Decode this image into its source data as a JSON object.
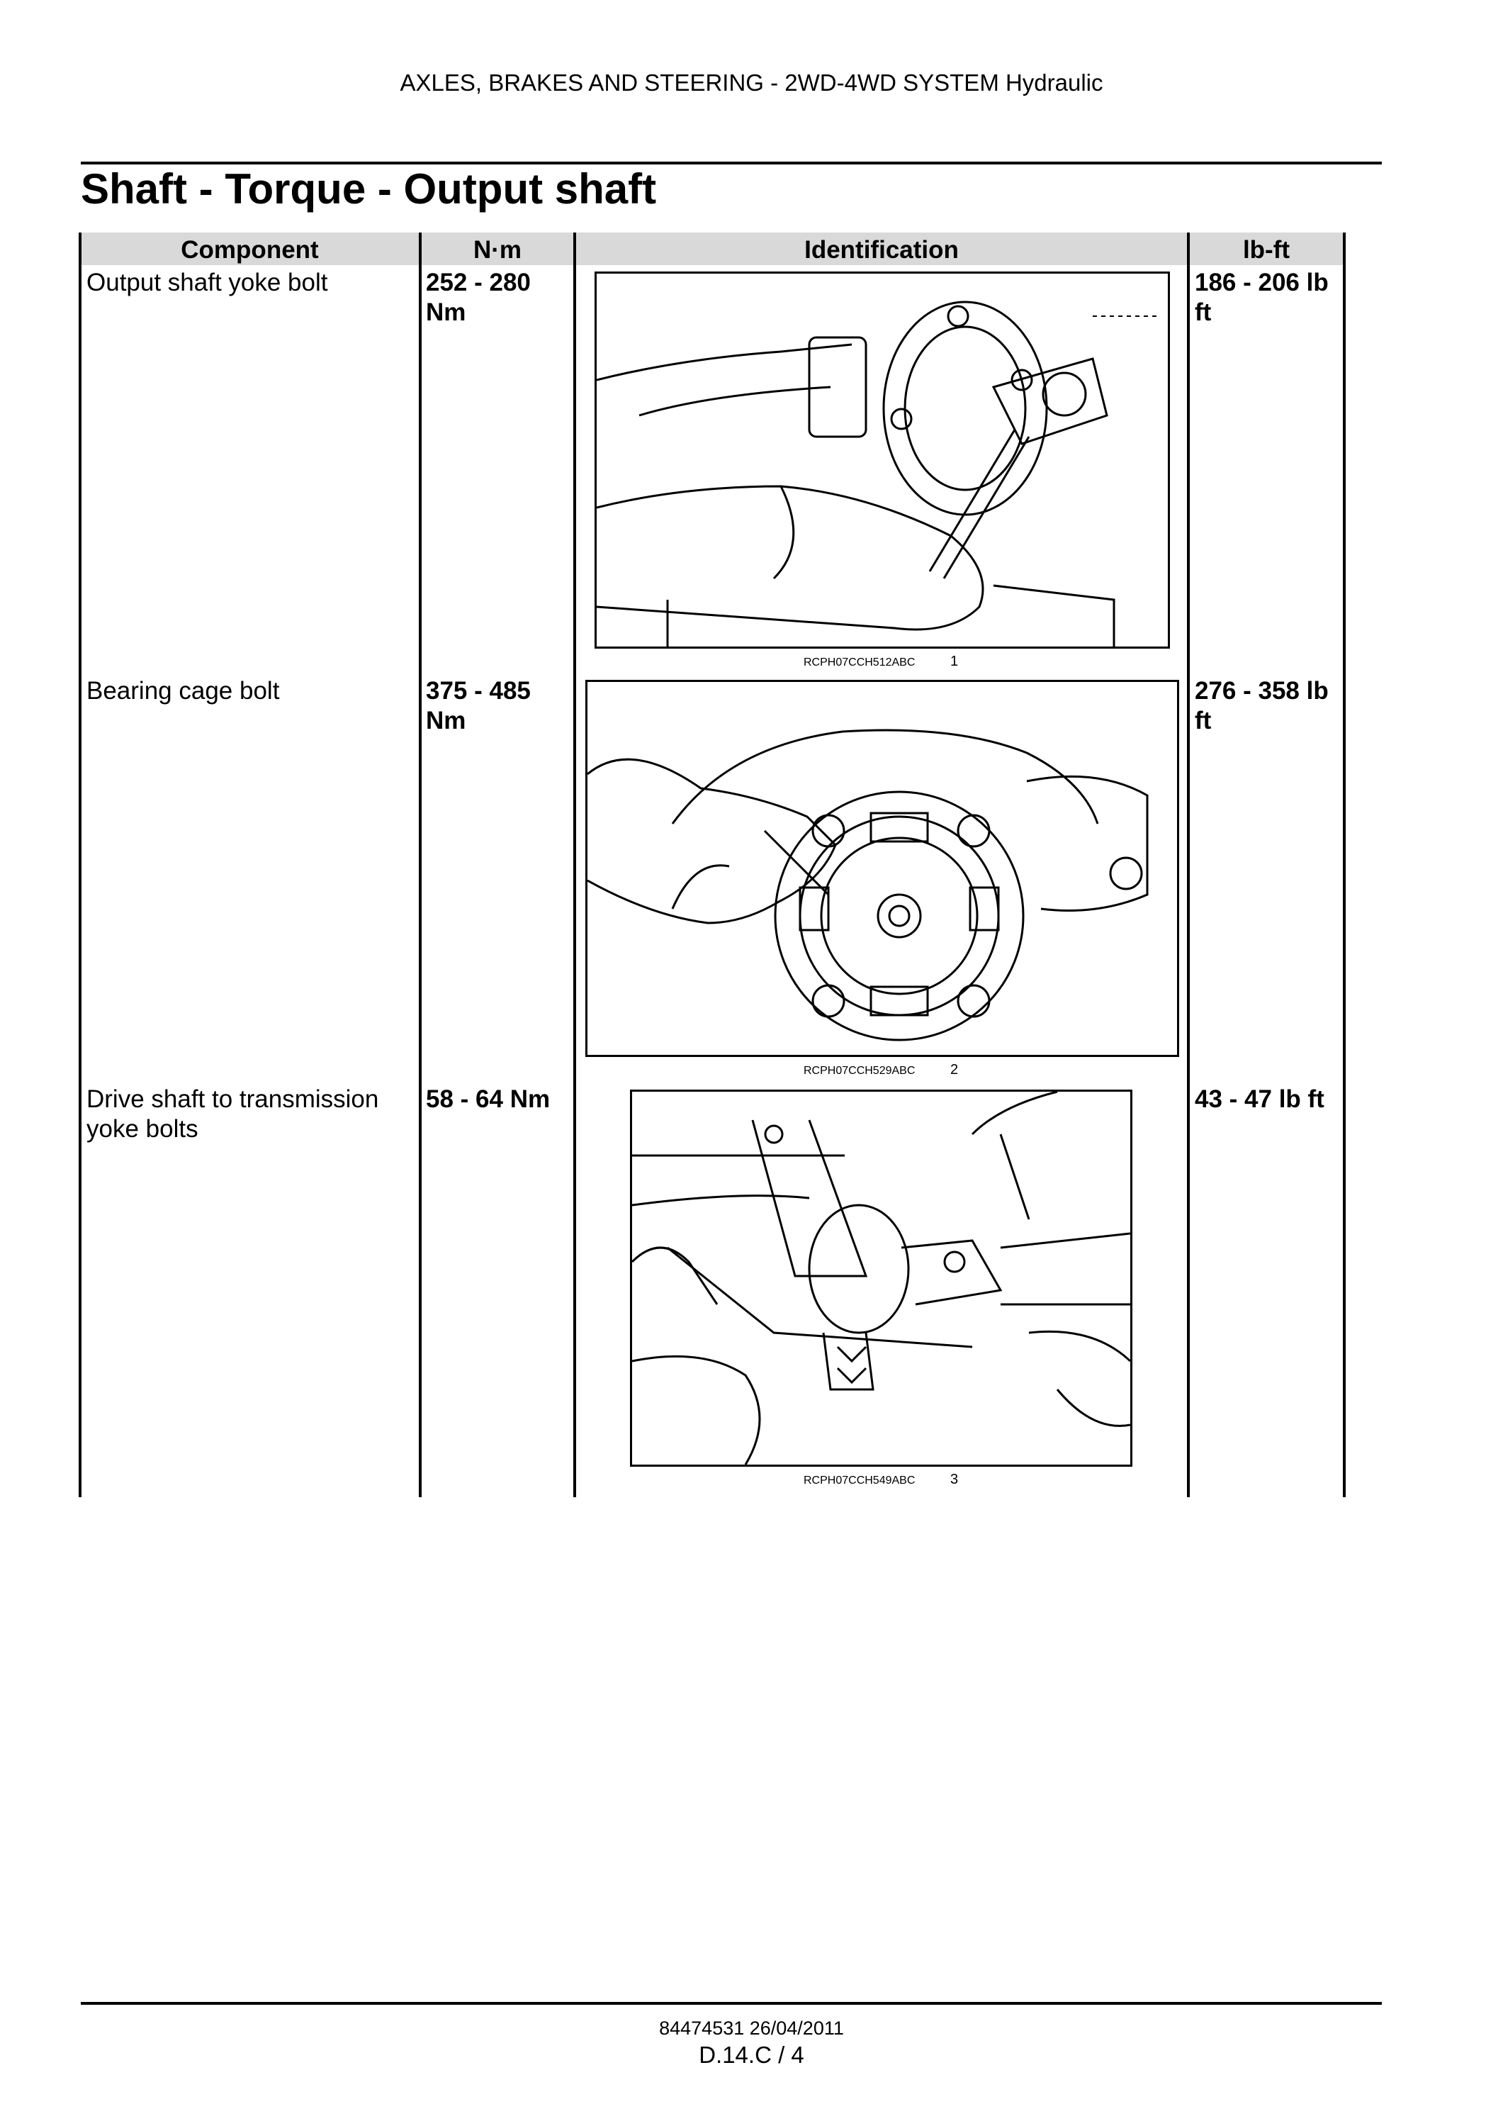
{
  "header": {
    "section_title": "AXLES, BRAKES AND STEERING - 2WD-4WD SYSTEM Hydraulic"
  },
  "page_title": "Shaft - Torque - Output shaft",
  "table": {
    "columns": [
      "Component",
      "N·m",
      "Identification",
      "lb-ft"
    ],
    "rows": [
      {
        "component": "Output shaft yoke bolt",
        "nm_line1": "252 - 280",
        "nm_line2": "Nm",
        "lbft_line1": "186 - 206 lb",
        "lbft_line2": "ft",
        "figure_code": "RCPH07CCH512ABC",
        "figure_number": "1"
      },
      {
        "component": "Bearing cage bolt",
        "nm_line1": "375 - 485",
        "nm_line2": "Nm",
        "lbft_line1": "276 - 358 lb",
        "lbft_line2": "ft",
        "figure_code": "RCPH07CCH529ABC",
        "figure_number": "2"
      },
      {
        "component_line1": "Drive shaft to transmission",
        "component_line2": "yoke bolts",
        "nm_line1": "58 - 64 Nm",
        "lbft_line1": "43 - 47 lb ft",
        "figure_code": "RCPH07CCH549ABC",
        "figure_number": "3"
      }
    ]
  },
  "footer": {
    "doc_code": "84474531 26/04/2011",
    "page_ref": "D.14.C / 4"
  }
}
